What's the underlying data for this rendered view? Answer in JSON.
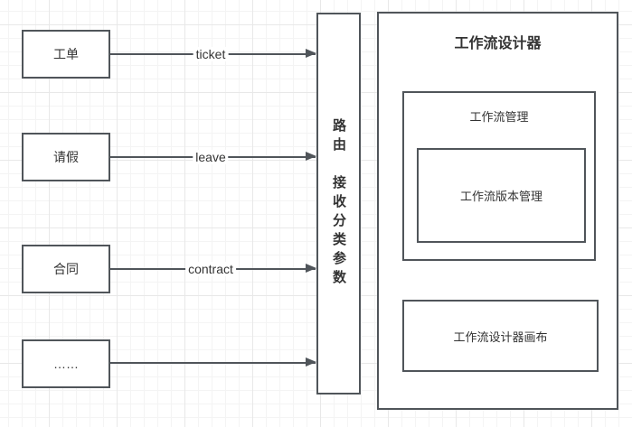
{
  "diagram": {
    "sources": [
      {
        "label": "工单",
        "edge_label": "ticket"
      },
      {
        "label": "请假",
        "edge_label": "leave"
      },
      {
        "label": "合同",
        "edge_label": "contract"
      },
      {
        "label": "……",
        "edge_label": ""
      }
    ],
    "router": {
      "label": "路由　接收分类参数"
    },
    "designer": {
      "title": "工作流设计器",
      "management": {
        "title": "工作流管理",
        "version_box": {
          "title": "工作流版本管理"
        }
      },
      "canvas_box": {
        "title": "工作流设计器画布"
      }
    },
    "colors": {
      "stroke": "#50555A",
      "text": "#333333",
      "background": "#FFFFFF",
      "grid_minor": "#F4F4F4",
      "grid_major": "#E8E8E8"
    }
  }
}
